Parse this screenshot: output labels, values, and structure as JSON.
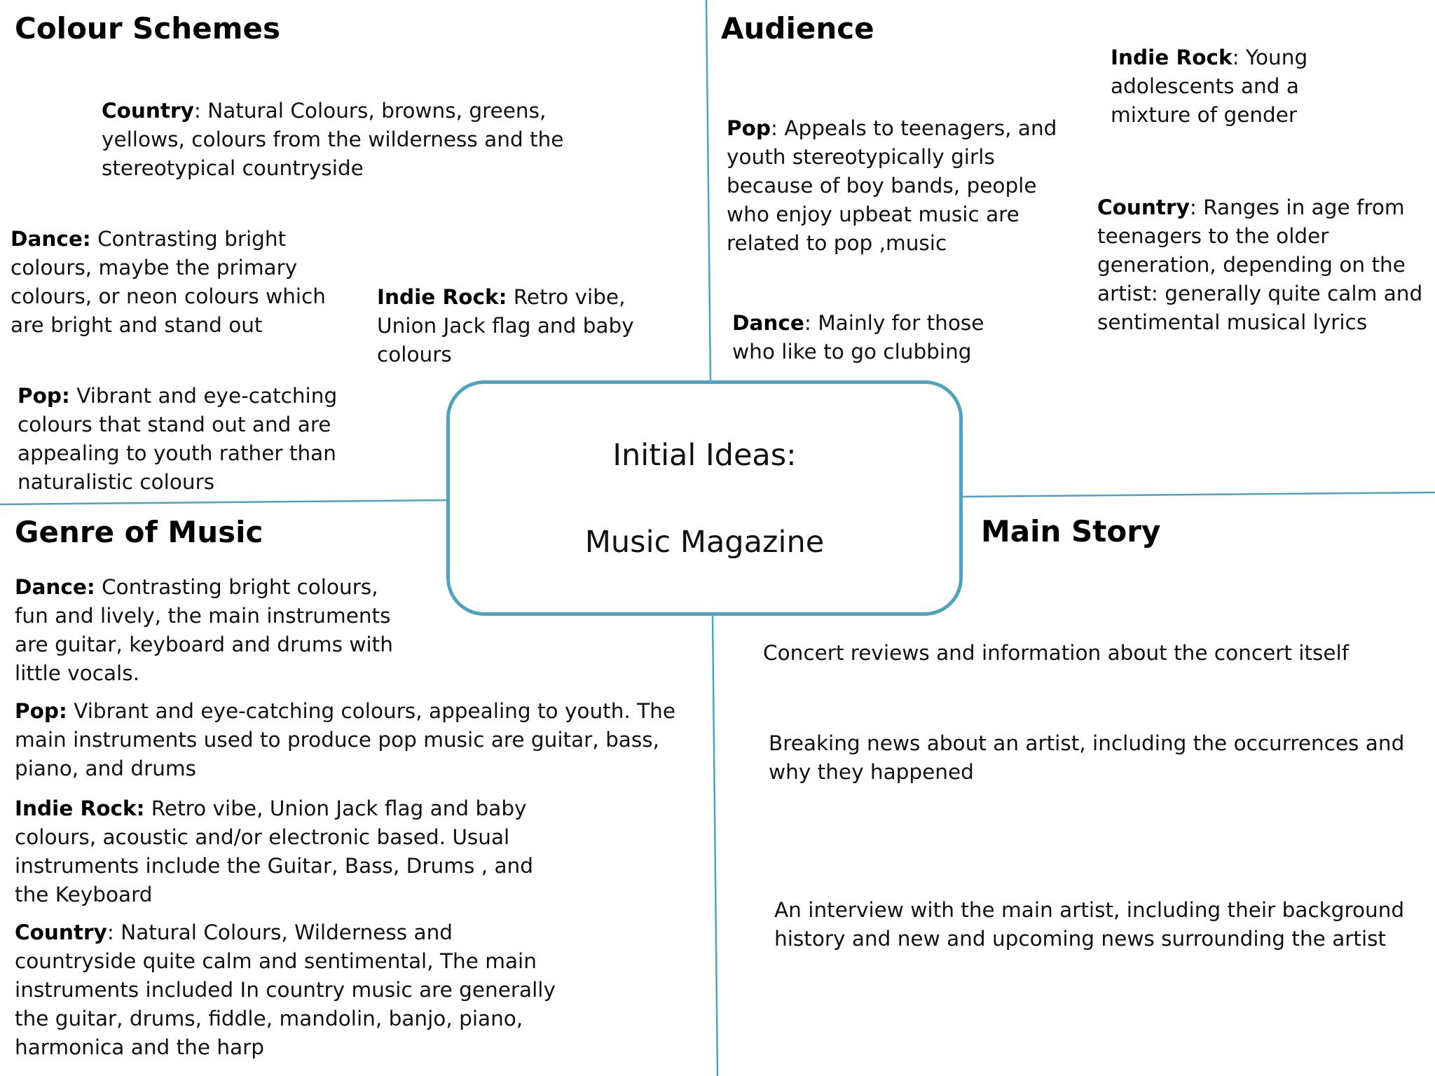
{
  "center": {
    "title": "Initial Ideas:",
    "subtitle": "Music Magazine"
  },
  "colour_schemes": {
    "heading": "Colour Schemes",
    "items": [
      {
        "label": "Country",
        "sep": ":",
        "text": " Natural Colours, browns, greens, yellows, colours from the wilderness and the stereotypical countryside"
      },
      {
        "label": "Dance:",
        "sep": "",
        "text": " Contrasting bright colours, maybe the primary colours,  or neon colours which are bright and stand out"
      },
      {
        "label": "Indie Rock:",
        "sep": "",
        "text": " Retro vibe, Union Jack flag and baby colours"
      },
      {
        "label": "Pop:",
        "sep": "",
        "text": " Vibrant and eye-catching colours that stand out and are appealing to youth rather than naturalistic colours"
      }
    ]
  },
  "audience": {
    "heading": "Audience",
    "items": [
      {
        "label": "Indie Rock",
        "sep": ":",
        "text": " Young adolescents and a mixture of gender"
      },
      {
        "label": "Pop",
        "sep": ":",
        "text": " Appeals to teenagers, and youth stereotypically girls because of boy bands, people who enjoy upbeat music are related to pop ,music"
      },
      {
        "label": "Country",
        "sep": ":",
        "text": " Ranges in age from teenagers to the older generation, depending on the artist: generally quite calm and sentimental musical lyrics"
      },
      {
        "label": "Dance",
        "sep": ":",
        "text": " Mainly for those who like to go clubbing"
      }
    ]
  },
  "genre_of_music": {
    "heading": "Genre of Music",
    "items": [
      {
        "label": "Dance:",
        "sep": "",
        "text": " Contrasting bright colours, fun and lively, the main instruments are guitar, keyboard and drums with little vocals."
      },
      {
        "label": "Pop:",
        "sep": "",
        "text": " Vibrant and eye-catching colours, appealing to youth. The main instruments used to produce pop music are guitar, bass, piano, and drums"
      },
      {
        "label": "Indie Rock:",
        "sep": "",
        "text": " Retro vibe, Union Jack flag and baby colours, acoustic and/or electronic based. Usual instruments include the Guitar, Bass, Drums , and the Keyboard"
      },
      {
        "label": "Country",
        "sep": ":",
        "text": " Natural Colours, Wilderness and countryside quite calm and sentimental, The main instruments included In country music are generally the guitar, drums, fiddle, mandolin, banjo, piano, harmonica and the harp"
      }
    ]
  },
  "main_story": {
    "heading": "Main Story",
    "items": [
      "Concert reviews and information about the concert itself",
      "Breaking news about an artist, including the occurrences and why they happened",
      "An interview with the main artist, including their background history and new and upcoming news surrounding the artist"
    ]
  },
  "colors": {
    "divider": "#4ea3bd",
    "box_border": "#4ea3bd"
  }
}
